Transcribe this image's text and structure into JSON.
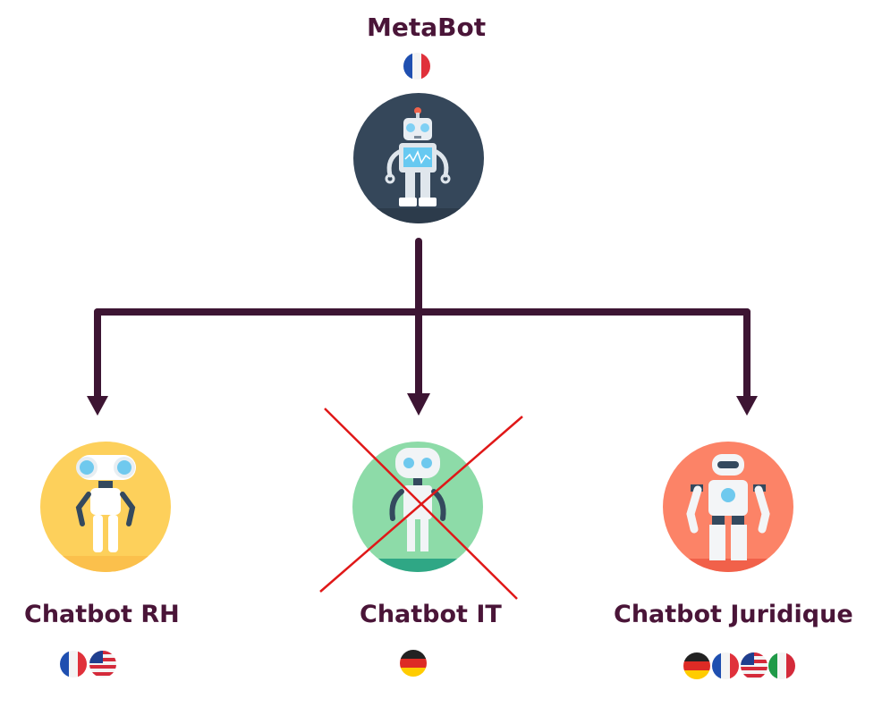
{
  "top_node": {
    "title": "MetaBot",
    "flags": [
      "fr"
    ],
    "circle_color": "#35475a"
  },
  "children": [
    {
      "title": "Chatbot RH",
      "flags": [
        "fr",
        "us"
      ],
      "circle_color": "#fdd05b",
      "strikeout": false
    },
    {
      "title": "Chatbot IT",
      "flags": [
        "de"
      ],
      "circle_color": "#8ddba8",
      "strikeout": true
    },
    {
      "title": "Chatbot Juridique",
      "flags": [
        "de",
        "fr",
        "us",
        "it"
      ],
      "circle_color": "#fc8367",
      "strikeout": false
    }
  ],
  "colors": {
    "connector": "#3d1533",
    "label": "#4a1538",
    "strikeout": "#e01818"
  }
}
